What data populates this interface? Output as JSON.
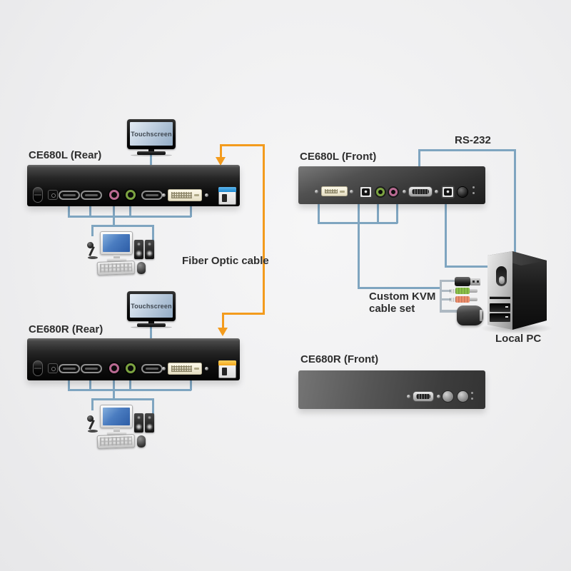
{
  "sections": {
    "ce680l_rear": {
      "label": "CE680L (Rear)"
    },
    "ce680l_front": {
      "label": "CE680L (Front)"
    },
    "ce680r_rear": {
      "label": "CE680R (Rear)"
    },
    "ce680r_front": {
      "label": "CE680R (Front)"
    }
  },
  "monitors": {
    "top": {
      "label": "Touchscreen"
    },
    "bottom": {
      "label": "Touchscreen"
    }
  },
  "annotations": {
    "rs232": "RS-232",
    "fiber": "Fiber Optic cable",
    "kvm_line1": "Custom KVM",
    "kvm_line2": "cable set",
    "local_pc": "Local PC"
  },
  "ports": {
    "ce680_rear": [
      "power-rocker-switch",
      "dc-power-jack",
      "hdmi-port",
      "hdmi-port",
      "mic-jack-pink",
      "audio-jack-green",
      "hdmi-port",
      "dvi-port",
      "fiber-optic-module"
    ],
    "ce680l_front": [
      "dvi-port",
      "usb-b-port",
      "audio-jack-green",
      "mic-jack-pink",
      "db9-serial-port",
      "usb-b-port",
      "push-button",
      "led-indicators"
    ],
    "ce680r_front": [
      "db9-serial-port",
      "push-button",
      "push-button",
      "led-indicators"
    ],
    "kvm_cable_connectors": [
      "usb-a-plug",
      "audio-plug-green",
      "audio-plug-orange",
      "vga-sphd-plug"
    ]
  },
  "colors": {
    "line_blue": "#7fa5c0",
    "line_orange": "#f39b1d",
    "cable_grey": "#aeb9c2",
    "jack_pink": "#b96a92",
    "jack_green": "#7ca341",
    "plug_green": "#8cc24a",
    "plug_salmon": "#ef8f6d",
    "fiber_bar_blue": "#1f8ad2",
    "fiber_bar_yellow": "#f2a51b",
    "text_dark": "#2e2e2e"
  }
}
